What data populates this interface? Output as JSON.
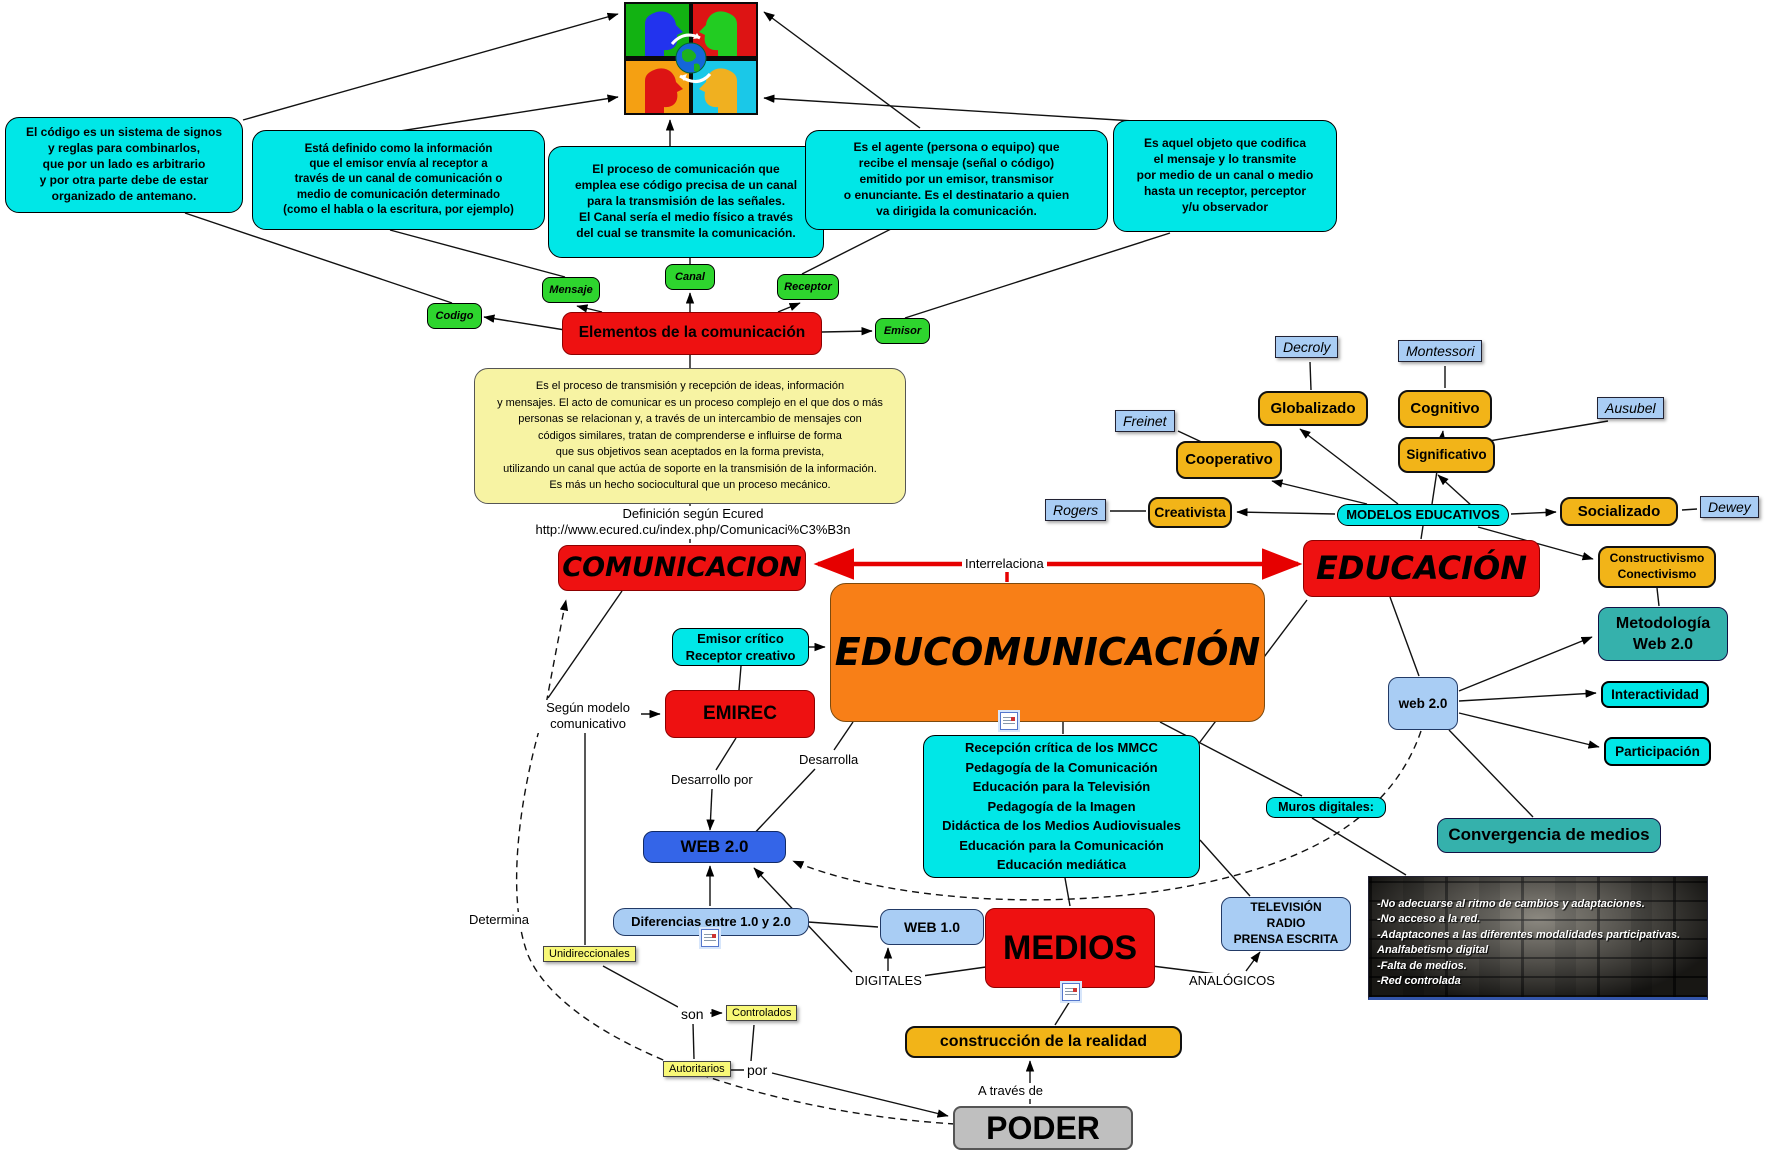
{
  "colors": {
    "cyan": "#00e7e7",
    "red": "#ee1111",
    "orange": "#f87f17",
    "gold": "#f2b418",
    "teal": "#35b1ac",
    "green": "#2ed52e",
    "blue": "#3465e8",
    "light_blue": "#a9cdf4",
    "yellow_note": "#f7f3a3",
    "yellow_label": "#f8f877",
    "gray": "#bfbfbf",
    "arrow_red": "#e60000"
  },
  "top_definitions": {
    "codigo": "El código es un sistema de signos\ny reglas para combinarlos,\nque por un lado es arbitrario\ny por otra parte debe de estar\norganizado de antemano.",
    "mensaje": "Está definido como la información\nque el emisor envía al receptor a\ntravés de un canal de comunicación o\nmedio de comunicación determinado\n(como el habla o la escritura, por ejemplo)",
    "canal": "El proceso de comunicación que\nemplea ese código precisa de un canal\npara la transmisión de las señales.\nEl Canal sería el medio físico a través\ndel cual se transmite la comunicación.",
    "receptor": "Es el agente (persona o equipo) que\nrecibe el mensaje (señal o código)\nemitido por un emisor, transmisor\no enunciante. Es el destinatario a quien\nva dirigida la comunicación.",
    "emisor": "Es aquel objeto que codifica\nel mensaje y lo transmite\npor medio de un canal o medio\nhasta un receptor, perceptor\ny/u observador"
  },
  "elementos": {
    "title": "Elementos de la comunicación",
    "codigo": "Codigo",
    "mensaje": "Mensaje",
    "canal": "Canal",
    "receptor": "Receptor",
    "emisor": "Emisor"
  },
  "comunicacion": {
    "definicion": "Es el proceso de transmisión y recepción de ideas, información\ny mensajes. El acto de comunicar es un proceso complejo en el que dos o más\npersonas se relacionan y, a través de un intercambio de mensajes con\ncódigos similares, tratan de comprenderse e influirse de forma\nque sus objetivos sean aceptados en la forma prevista,\nutilizando un canal que actúa de soporte en la transmisión de la información.\nEs más un hecho sociocultural que un proceso mecánico.",
    "fuente": "Definición según Ecured\nhttp://www.ecured.cu/index.php/Comunicaci%C3%B3n",
    "title": "COMUNICACION"
  },
  "centro": {
    "educomunicacion": "EDUCOMUNICACIÓN",
    "interrelaciona": "Interrelaciona",
    "emisor_critico": "Emisor crítico\nReceptor creativo",
    "emirec": "EMIREC",
    "segun_modelo": "Según modelo\ncomunicativo",
    "desarrollo_por": "Desarrollo por",
    "desarrolla": "Desarrolla",
    "ambitos": "Recepción crítica de los MMCC\nPedagogía de la Comunicación\nEducación para la Televisión\nPedagogía de la Imagen\nDidáctica de los Medios Audiovisuales\nEducación para la Comunicación\nEducación mediática"
  },
  "educacion": {
    "title": "EDUCACIÓN",
    "modelos": "MODELOS EDUCATIVOS",
    "globalizado": "Globalizado",
    "cognitivo": "Cognitivo",
    "cooperativo": "Cooperativo",
    "creativista": "Creativista",
    "significativo": "Significativo",
    "socializado": "Socializado",
    "decroly": "Decroly",
    "montessori": "Montessori",
    "freinet": "Freinet",
    "ausubel": "Ausubel",
    "rogers": "Rogers",
    "dewey": "Dewey",
    "constructivismo": "Constructivismo\nConectivismo",
    "metodologia": "Metodología\nWeb 2.0"
  },
  "web": {
    "web20": "WEB 2.0",
    "web20_small": "web 2.0",
    "web10": "WEB 1.0",
    "diferencias": "Diferencias entre 1.0 y 2.0",
    "interactividad": "Interactividad",
    "participacion": "Participación",
    "convergencia": "Convergencia de medios",
    "muros": "Muros digitales:",
    "muro_texto": "-No adecuarse al ritmo de cambios y adaptaciones.\n-No acceso a la red.\n-Adaptacones a las diferentes modalidades participativas.\nAnalfabetismo digital\n-Falta de medios.\n-Red controlada"
  },
  "medios": {
    "title": "MEDIOS",
    "digitales": "DIGITALES",
    "analogicos": "ANALÓGICOS",
    "television": "TELEVISIÓN\nRADIO\nPRENSA ESCRITA",
    "construccion": "construcción de la realidad",
    "a_traves": "A través de",
    "poder": "PODER",
    "unidireccionales": "Unidireccionales",
    "controlados": "Controlados",
    "autoritarios": "Autoritarios",
    "son": "son",
    "por": "por",
    "determina": "Determina"
  }
}
